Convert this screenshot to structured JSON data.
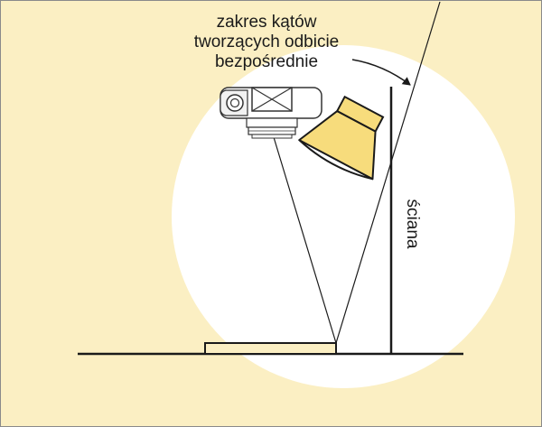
{
  "diagram": {
    "caption_lines": [
      "zakres kątów",
      "tworzących odbicie",
      "bezpośrednie"
    ],
    "wall_label": "ściana"
  },
  "colors": {
    "background": "#fbefc3",
    "light_circle": "#ffffff",
    "lamp_fill": "#f7dc7c",
    "line": "#1a1a1a",
    "camera_fill": "#ffffff",
    "camera_stroke": "#333333"
  },
  "icons": {
    "camera": "camera-icon",
    "lamp": "lamp-icon"
  }
}
